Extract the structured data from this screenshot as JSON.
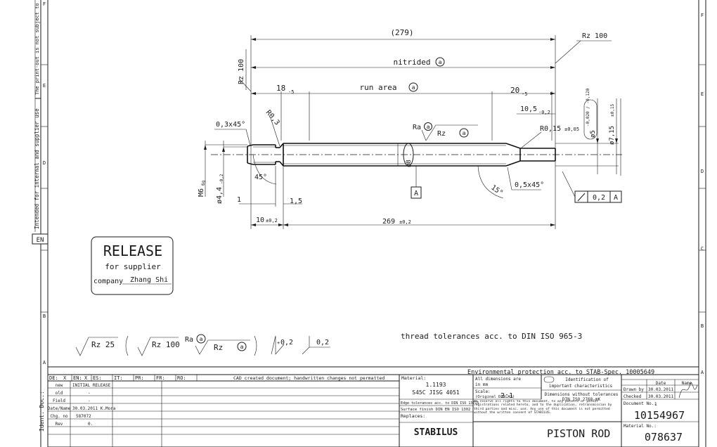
{
  "side_panel": {
    "note_top": "The print-out is not subject to the modif",
    "note_bottom": "Intended for internal and supplier use",
    "lang": "EN",
    "ident_label": "Ident. Doc.:"
  },
  "zones_left": [
    "F",
    "E",
    "D",
    "C",
    "B",
    "A"
  ],
  "zones_right": [
    "F",
    "E",
    "D",
    "C",
    "B",
    "A"
  ],
  "dimensions": {
    "overall": "(279)",
    "nitrided": "nitrided",
    "run_area": "run area",
    "a_mark": "a",
    "d18": "18",
    "d18_tol": "-5",
    "d20": "20",
    "d20_tol": "-5",
    "d10_5": "10,5",
    "d10_5_tol": "-0,2",
    "r0_15": "R0,15",
    "r0_15_tol": "±0,05",
    "r0_3": "R0,3",
    "chamfer1": "0,3x45°",
    "chamfer2": "0,5x45°",
    "angle45": "45°",
    "angle15": "15°",
    "dia8": "ø8",
    "dia5": "ø5",
    "dia5_tol": "-0,020 / -0,120",
    "dia7_15": "ø7,15",
    "dia7_15_tol": "±0,15",
    "m6": "M6",
    "m6_tol": "6g",
    "dia4_4": "ø4,4",
    "dia4_4_tol": "-0,2",
    "d1": "1",
    "d1_5": "1,5",
    "d10": "10",
    "d10_tol": "±0,2",
    "d269": "269",
    "d269_tol": "±0,2",
    "datum": "A",
    "runout": "0,2",
    "runout_ref": "A",
    "rz100": "Rz 100",
    "rz": "Rz",
    "ra": "Ra"
  },
  "release_box": {
    "title": "RELEASE",
    "line2": "for supplier",
    "company_label": "company",
    "company_name": "Zhang Shi"
  },
  "surface_legend": {
    "rz25": "Rz 25",
    "rz100": "Rz 100",
    "ra": "Ra",
    "rz": "Rz",
    "flat1": "0,2",
    "flat2": "0,2",
    "plus": "+"
  },
  "thread_note": "thread tolerances acc. to DIN ISO 965-3",
  "env_note": "Environmental protection acc. to STAB-Spec. 10005649",
  "title_block": {
    "lang_row": [
      {
        "k": "DE:",
        "v": "X"
      },
      {
        "k": "EN:",
        "v": "X"
      },
      {
        "k": "ES:",
        "v": ""
      },
      {
        "k": "IT:",
        "v": ""
      },
      {
        "k": "PR:",
        "v": ""
      },
      {
        "k": "FR:",
        "v": ""
      },
      {
        "k": "RO:",
        "v": ""
      }
    ],
    "cad_note": "CAD created document; handwritten changes not permatted",
    "rev_rows": [
      {
        "label": "new",
        "value": "INITIAL RELEASE"
      },
      {
        "label": "old",
        "value": "-"
      },
      {
        "label": "Field",
        "value": "-"
      },
      {
        "label": "Date/Name",
        "value": "30.03.2011 K.Mora"
      },
      {
        "label": "Chg. no",
        "value": "587072"
      },
      {
        "label": "Rev",
        "value": "0."
      }
    ],
    "material_label": "Material:",
    "material_1": "1.1193",
    "material_2": "S45C JISG 4051",
    "edge_tol": "Edge tolerances acc. to DIN ISO 13715",
    "surface_finish": "Surface finish    DIN EN ISO 1302",
    "replaces": "Replaces:",
    "brand": "STABILUS",
    "all_dims_1": "All dimensions are",
    "all_dims_2": "in mm",
    "scale_label": "Scale:",
    "scale_value": "2:1",
    "original": "(Original DIN A3)",
    "rights_note": "We reserve all rights to this document, to any patents or patent registrations related hereto, and to the duplication, retransmission by third parties and misc. use. Any use of this document is not permitted without the written consent of STABILUS.",
    "ident_char_1": "Identification of",
    "ident_char_2": "important characteristics",
    "dims_no_tol_1": "Dimensions without tolerances",
    "dims_no_tol_2": "DIN ISO 2768-mK",
    "date_hdr": "Date",
    "name_hdr": "Name",
    "drawn_label": "Drawn by",
    "drawn_date": "30.03.2011",
    "checked_label": "Checked",
    "checked_date": "30.03.2011",
    "doc_label": "Document No.:",
    "doc_no": "10154967",
    "part_name": "PISTON ROD",
    "mat_no_label": "Material No.:",
    "mat_no": "078637",
    "sheet": "1"
  }
}
